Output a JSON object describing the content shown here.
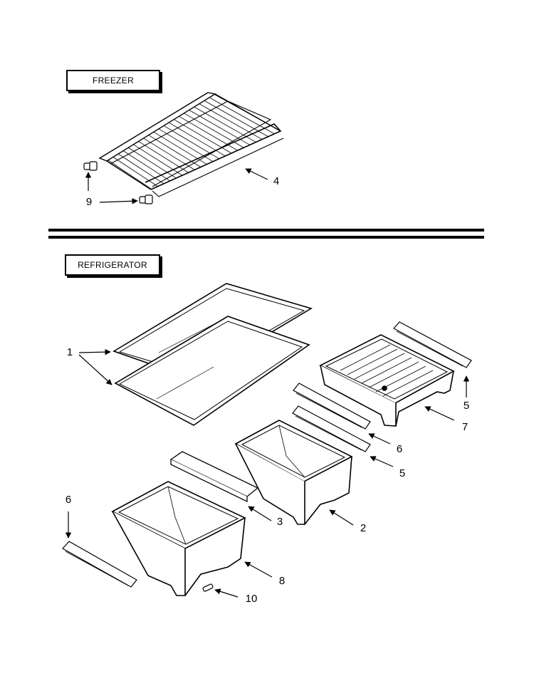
{
  "sections": {
    "freezer": "FREEZER",
    "refrigerator": "REFRIGERATOR"
  },
  "callouts": {
    "freezer_shelf": "4",
    "freezer_shelf_support": "9",
    "glass_shelf": "1",
    "glass_shelf_front_item": "1",
    "deli_drawer": "7",
    "deli_drawer_slide_upper_right": "5",
    "deli_drawer_slide_upper_left": "6",
    "crisper_right": "2",
    "crisper_right_slide": "5",
    "crisper_cover": "3",
    "crisper_left": "8",
    "crisper_left_slide": "6",
    "crisper_left_clip": "10"
  }
}
